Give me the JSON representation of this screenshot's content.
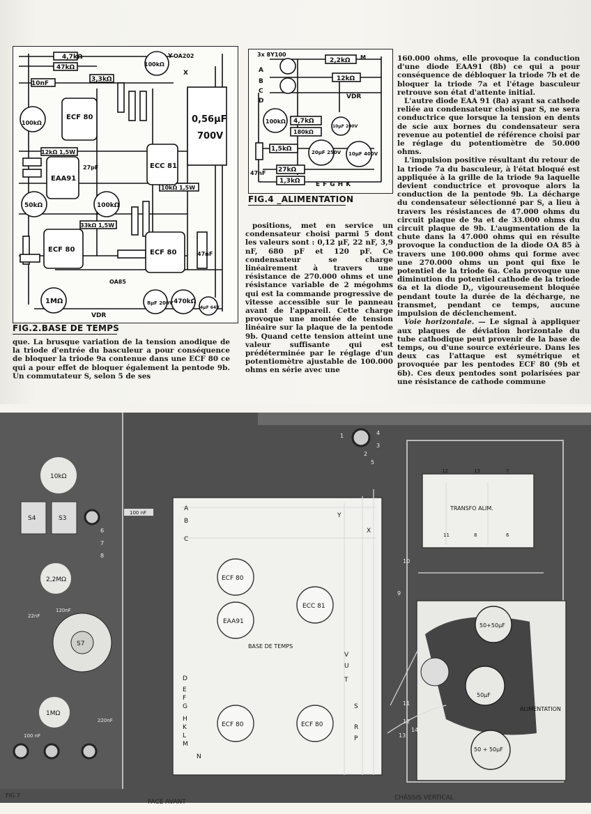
{
  "figures": {
    "fig2": {
      "caption": "FIG.2.BASE DE TEMPS",
      "labels": {
        "oa202": "OA202",
        "r4_7k": "4,7kΩ",
        "r47k_a": "47kΩ",
        "r100k_top": "100kΩ",
        "r3_3k": "3,3kΩ",
        "c10nf": "10nF",
        "ecf80_a": "ECF 80",
        "r100k_left": "100kΩ",
        "c056": "0,56μF",
        "v700": "700V",
        "r12k": "12kΩ 1,5W",
        "c27pf": "27pF",
        "ecc81": "ECC 81",
        "eaa91": "EAA91",
        "r50k": "50kΩ",
        "r100k_mid": "100kΩ",
        "r10k": "10kΩ 1,5W",
        "r33k": "33kΩ 1,5W",
        "ecf80_b": "ECF 80",
        "ecf80_c": "ECF 80",
        "c47nf": "47nF",
        "r1m": "1MΩ",
        "oa85": "OA85",
        "vdr": "VDR",
        "c4uf": "4μF 64V",
        "r470k": "470kΩ",
        "c8uf": "8μF 200V",
        "pin_y": "Y",
        "pin_x": "X"
      }
    },
    "fig4": {
      "caption": "FIG.4 _ALIMENTATION",
      "labels": {
        "tube": "3x 8Y100",
        "row_a": "A",
        "row_b": "B",
        "row_c": "C",
        "row_d": "D",
        "r2_2k": "2,2kΩ",
        "pin_m": "M",
        "r12k": "12kΩ",
        "vdr": "VDR",
        "r100k": "100kΩ",
        "r4_7k": "4,7kΩ",
        "r180k": "180kΩ",
        "c10uf_a": "10μF 200V",
        "r1_5k": "1,5kΩ",
        "c20uf": "20μF 250V",
        "c10uf_b": "10μF 400V",
        "c47nf": "47nF",
        "r27k": "27kΩ",
        "r1_3k": "1,3kΩ",
        "pins_bottom": "EFGHK"
      }
    },
    "fig7": {
      "caption": "FIG.7",
      "face_avant": "FACE AVANT",
      "chassis_vertical": "CHÂSSIS VERTICAL",
      "base_de_temps": "BASE DE TEMPS",
      "alimentation": "ALIMENTATION",
      "transfo_alim": "TRANSFO ALIM.",
      "pot10k": "10kΩ",
      "pot2_2m": "2,2MΩ",
      "pot1m": "1MΩ",
      "c100nf": "100 nF",
      "c120nf": "120nF",
      "c22nf": "22nF",
      "c100nf_v": "100 nF",
      "c220nf": "220nF",
      "s4": "S4",
      "s3": "S3",
      "s7": "S7",
      "ecf80_a": "ECF 80",
      "ecc81": "ECC 81",
      "eaa91": "EAA91",
      "ecf80_b": "ECF 80",
      "ecf80_c": "ECF 80",
      "cap_top": "50+50μF",
      "cap_mid": "50μF",
      "cap_bot": "50 + 50μF",
      "num1": "1",
      "num2": "2",
      "num3": "3",
      "num4": "4",
      "num5": "5",
      "num6": "6",
      "num7": "7",
      "num8": "8",
      "num9": "9",
      "num10": "10",
      "num11": "11",
      "num12": "12",
      "num13": "13",
      "num14": "14",
      "t12": "12",
      "t13": "13",
      "t7": "7",
      "t11": "11",
      "t8": "8",
      "t6": "6",
      "pin_a": "A",
      "pin_b": "B",
      "pin_c": "C",
      "pin_d": "D",
      "pin_e": "E",
      "pin_f": "F",
      "pin_g": "G",
      "pin_h": "H",
      "pin_k": "K",
      "pin_l": "L",
      "pin_m": "M",
      "pin_n": "N",
      "pin_p": "P",
      "pin_r": "R",
      "pin_s": "S",
      "pin_t": "T",
      "pin_u": "U",
      "pin_v": "V",
      "pin_x": "X",
      "pin_y": "Y"
    }
  },
  "text": {
    "col1": "que. La brusque variation de la tension anodique de la triode d'entrée du basculeur a pour conséquence de bloquer la triode 9a contenue dans une ECF 80 ce qui a pour effet de bloquer également la pentode 9b. Un commutateur S, selon 5 de ses",
    "col2": "positions, met en service un condensateur choisi parmi 5 dont les valeurs sont : 0,12 μF, 22 nF, 3,9 nF, 680 pF et 120 pF. Ce condensateur se charge linéairement à travers une résistance de 270.000 ohms et une résistance variable de 2 mégohms qui est la commande progressive de vitesse accessible sur le panneau avant de l'appareil. Cette charge provoque une montée de tension linéaire sur la plaque de la pentode 9b. Quand cette tension atteint une valeur suffisante qui est prédéterminée par le réglage d'un potentiomètre ajustable de 100.000 ohms en série avec une",
    "col3_p1": "160.000 ohms, elle provoque la conduction d'une diode EAA91 (8b) ce qui a pour conséquence de débloquer la triode 7b et de bloquer la triode 7a et l'étage basculeur retrouve son état d'attente initial.",
    "col3_p2": "L'autre diode EAA 91 (8a) ayant sa cathode reliée au condensateur choisi par S, ne sera conductrice que lorsque la tension en dents de scie aux bornes du condensateur sera revenue au potentiel de référence choisi par le réglage du potentiomètre de 50.000 ohms.",
    "col3_p3": "L'impulsion positive résultant du retour de la triode 7a du basculeur, à l'état bloqué est appliquée à la grille de la triode 9a laquelle devient conductrice et provoque alors la conduction de la pentode 9b. La décharge du condensateur sélectionné par S, a lieu à travers les résistances de 47.000 ohms du circuit plaque de 9a et de 33.000 ohms du circuit plaque de 9b. L'augmentation de la chute dans la 47.000 ohms qui en résulte provoque la conduction de la diode OA 85 à travers une 100.000 ohms qui forme avec une 270.000 ohms un pont qui fixe le potentiel de la triode 6a. Cela provoque une diminution du potentiel cathode de la triode 6a et la diode D,, vigoureusement bloquée pendant toute la durée de la décharge, ne transmet, pendant ce temps, aucune impulsion de déclenchement.",
    "col3_p4_title": "Voie horizontale.",
    "col3_p4": " — Le signal à appliquer aux plaques de déviation horizontale du tube cathodique peut provenir de la base de temps, ou d'une source extérieure. Dans les deux cas l'attaque est symétrique et provoquée par les pentodes ECF 80 (9b et 6b). Ces deux pentodes sont polarisées par une résistance de cathode commune"
  }
}
